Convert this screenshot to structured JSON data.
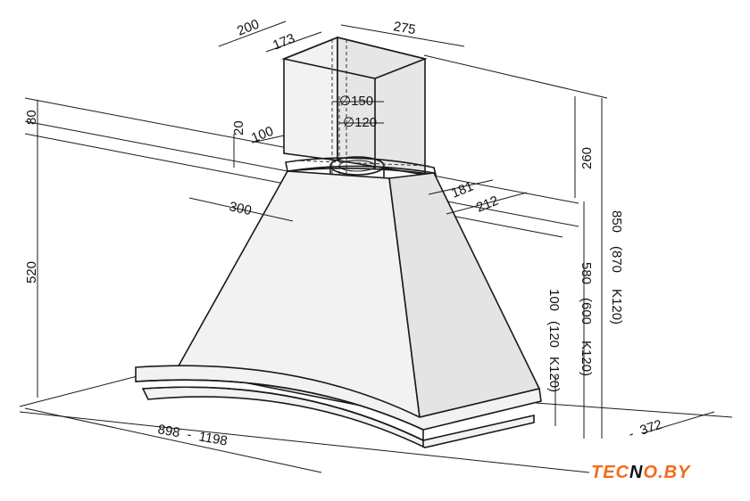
{
  "dimensions": {
    "chimney_width": "200",
    "chimney_depth": "173",
    "chimney_front": "275",
    "dia_outer": "150",
    "dia_inner": "120",
    "top_height": "80",
    "offset_20": "20",
    "offset_100": "100",
    "depth_300": "300",
    "d181": "181",
    "d212": "212",
    "h260": "260",
    "h520": "520",
    "h850": "850",
    "h850_alt": "(870",
    "k120_a": "K120)",
    "h580": "580",
    "h580_alt": "(600",
    "k120_b": "K120)",
    "h100": "100",
    "h100_alt": "(120",
    "k120_c": "K120)",
    "width_range": "898  -  1198",
    "depth_range": "-  372"
  },
  "watermark": {
    "text_a": "TEC",
    "text_b": "N",
    "text_c": "O.BY",
    "color": "#f26a1b"
  }
}
